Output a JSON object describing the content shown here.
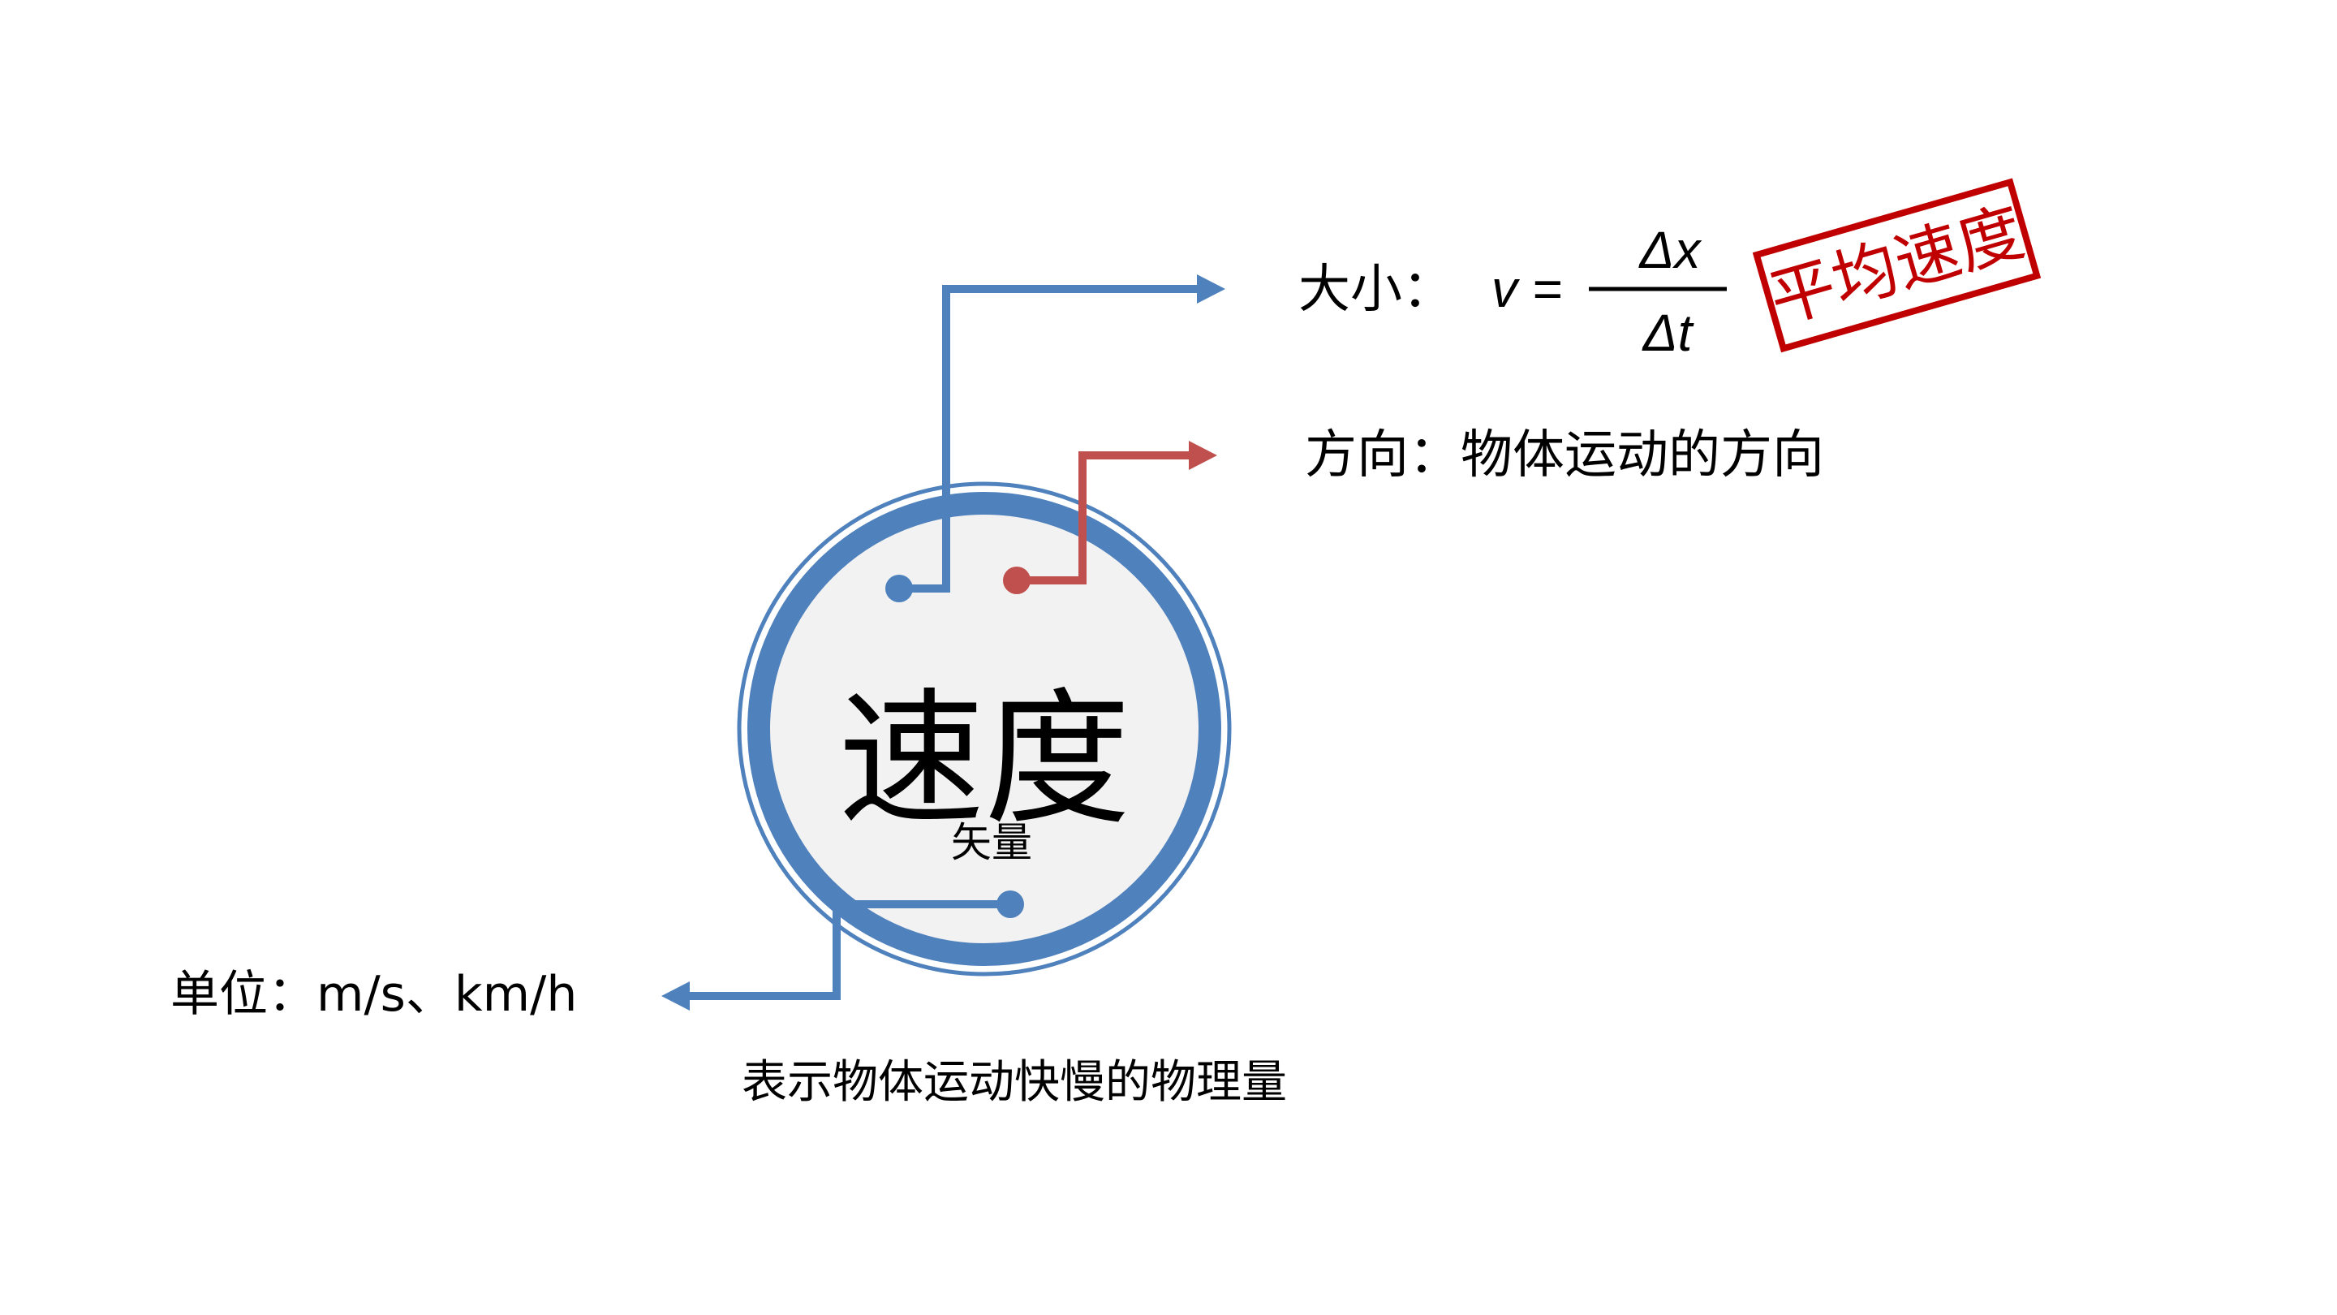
{
  "center": {
    "title": "速度",
    "subtitle": "矢量"
  },
  "magnitude": {
    "label": "大小：",
    "formula_lhs": "v =",
    "numerator": "Δx",
    "denominator": "Δt",
    "stamp": "平均速度"
  },
  "direction": {
    "text": "方向：物体运动的方向"
  },
  "unit": {
    "text": "单位：m/s、km/h"
  },
  "definition": {
    "text": "表示物体运动快慢的物理量"
  },
  "colors": {
    "blue": "#4F81BD",
    "red": "#C0504D",
    "circle_fill": "#F2F2F2",
    "stamp": "#C00000",
    "text": "#000000"
  }
}
